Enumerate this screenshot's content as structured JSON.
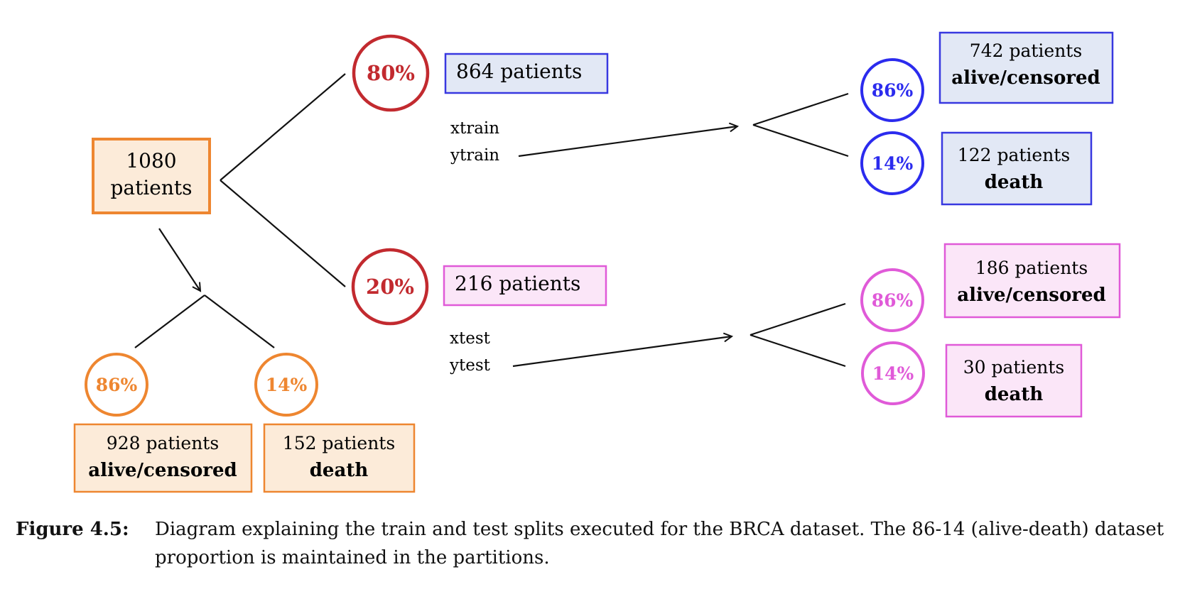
{
  "colors": {
    "orange": "#ee8630",
    "orange_fill": "#fcebd9",
    "red": "#c22a2f",
    "blue": "#2b2bee",
    "blue_fill": "#e2e8f5",
    "blue_border": "#3838e0",
    "magenta": "#e05ad8",
    "magenta_fill": "#fbe6f8",
    "line": "#111111"
  },
  "root": {
    "line1": "1080",
    "line2": "patients"
  },
  "root_split": {
    "alive": {
      "pct": "86%",
      "count": "928 patients",
      "label": "alive/censored"
    },
    "death": {
      "pct": "14%",
      "count": "152 patients",
      "label": "death"
    }
  },
  "train": {
    "pct": "80%",
    "count": "864 patients",
    "x_label": "xtrain",
    "y_label": "ytrain",
    "alive": {
      "pct": "86%",
      "count": "742 patients",
      "label": "alive/censored"
    },
    "death": {
      "pct": "14%",
      "count": "122 patients",
      "label": "death"
    }
  },
  "test": {
    "pct": "20%",
    "count": "216 patients",
    "x_label": "xtest",
    "y_label": "ytest",
    "alive": {
      "pct": "86%",
      "count": "186 patients",
      "label": "alive/censored"
    },
    "death": {
      "pct": "14%",
      "count": "30 patients",
      "label": "death"
    }
  },
  "caption": {
    "label": "Figure 4.5:",
    "text": "Diagram explaining the train and test splits executed for the BRCA dataset. The 86-14 (alive-death) dataset proportion is maintained in the partitions."
  }
}
